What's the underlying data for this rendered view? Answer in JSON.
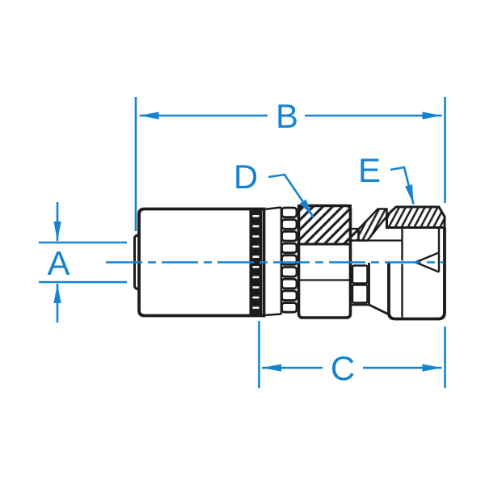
{
  "figure": {
    "type": "technical-dimension-diagram",
    "subject": "crimp hose fitting with female swivel nut, half-section side view"
  },
  "colors": {
    "background": "#ffffff",
    "dimension_blue": "#1583cf",
    "drawing_black": "#1c1c1c"
  },
  "dimension_labels": {
    "A": "A",
    "B": "B",
    "C": "C"
  },
  "callout_labels": {
    "D": "D",
    "E": "E"
  }
}
